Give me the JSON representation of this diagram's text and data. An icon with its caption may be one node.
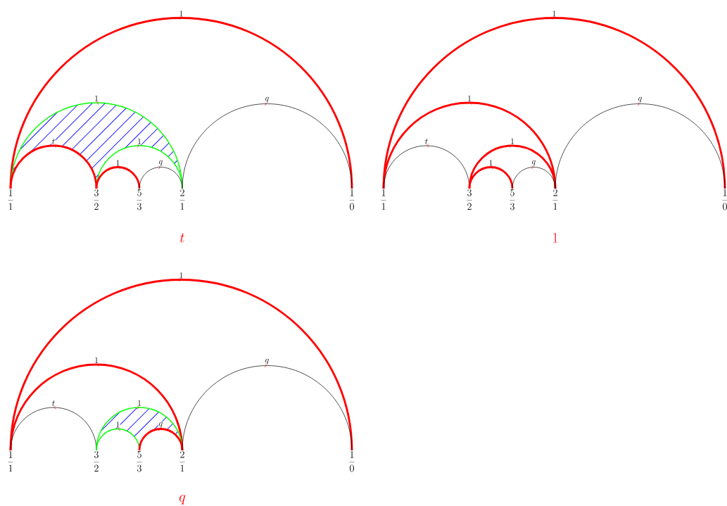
{
  "diagram": {
    "nodes": [
      {
        "text": [
          "\\frac{1}{1}"
        ]
      },
      {
        "text": [
          "\\frac{3}{2}"
        ]
      },
      {
        "text": [
          "\\frac{5}{3}"
        ]
      },
      {
        "text": [
          "\\frac{2}{1}"
        ]
      },
      {
        "text": [
          "\\frac{1}{0}"
        ]
      },
      {
        "text": [
          "\\frac{1}{1}"
        ]
      },
      {
        "text": [
          "\\frac{3}{2}"
        ]
      },
      {
        "text": [
          "\\frac{5}{3}"
        ]
      },
      {
        "text": [
          "\\frac{2}{1}"
        ]
      },
      {
        "text": [
          "\\frac{1}{0}"
        ]
      },
      {
        "text": [
          "\\frac{1}{1}"
        ]
      },
      {
        "text": [
          "\\frac{3}{2}"
        ]
      },
      {
        "text": [
          "\\frac{5}{3}"
        ]
      },
      {
        "text": [
          "\\frac{2}{1}"
        ]
      },
      {
        "text": [
          "\\frac{1}{0}"
        ]
      }
    ],
    "edges": [
      {
        "from": 0,
        "to": 4,
        "arrow": "to",
        "label": "1"
      },
      {
        "from": 3,
        "to": 0,
        "arrow": "to",
        "label": "1",
        "color": "#00ff00"
      },
      {
        "from": 1,
        "to": 0,
        "arrow": "to",
        "label": "t"
      },
      {
        "from": 1,
        "to": 3,
        "arrow": "to",
        "label": "1",
        "color": "#00ff00"
      },
      {
        "from": 2,
        "to": 1,
        "arrow": "to",
        "label": "1"
      },
      {
        "from": 2,
        "to": 3,
        "arrow": "to",
        "label": "q",
        "color": "#000000"
      },
      {
        "from": 3,
        "to": 4,
        "arrow": "to",
        "label": "q",
        "color": "#000000"
      },
      {
        "from": 5,
        "to": 9,
        "arrow": "to",
        "label": "1"
      },
      {
        "from": 8,
        "to": 5,
        "arrow": "to",
        "label": "1"
      },
      {
        "from": 6,
        "to": 5,
        "arrow": "to",
        "label": "t",
        "color": "#000000"
      },
      {
        "from": 6,
        "to": 8,
        "arrow": "to",
        "label": "1"
      },
      {
        "from": 7,
        "to": 6,
        "arrow": "to",
        "label": "1"
      },
      {
        "from": 7,
        "to": 8,
        "arrow": "to",
        "label": "q",
        "color": "#000000"
      },
      {
        "from": 8,
        "to": 9,
        "arrow": "to",
        "label": "q",
        "color": "#000000"
      },
      {
        "from": 10,
        "to": 14,
        "arrow": "to",
        "label": "1"
      },
      {
        "from": 13,
        "to": 10,
        "arrow": "to",
        "label": "1"
      },
      {
        "from": 11,
        "to": 10,
        "arrow": "to",
        "label": "t",
        "color": "#000000"
      },
      {
        "from": 11,
        "to": 13,
        "arrow": "to",
        "label": "1",
        "color": "#00ff00"
      },
      {
        "from": 12,
        "to": 11,
        "arrow": "to",
        "label": "1",
        "color": "#00ff00"
      },
      {
        "from": 12,
        "to": 13,
        "arrow": "to",
        "label": "q"
      },
      {
        "from": 13,
        "to": 14,
        "arrow": "to",
        "label": "q",
        "color": "#000000"
      }
    ],
    "labels": [
      "t",
      "1",
      "q"
    ]
  }
}
